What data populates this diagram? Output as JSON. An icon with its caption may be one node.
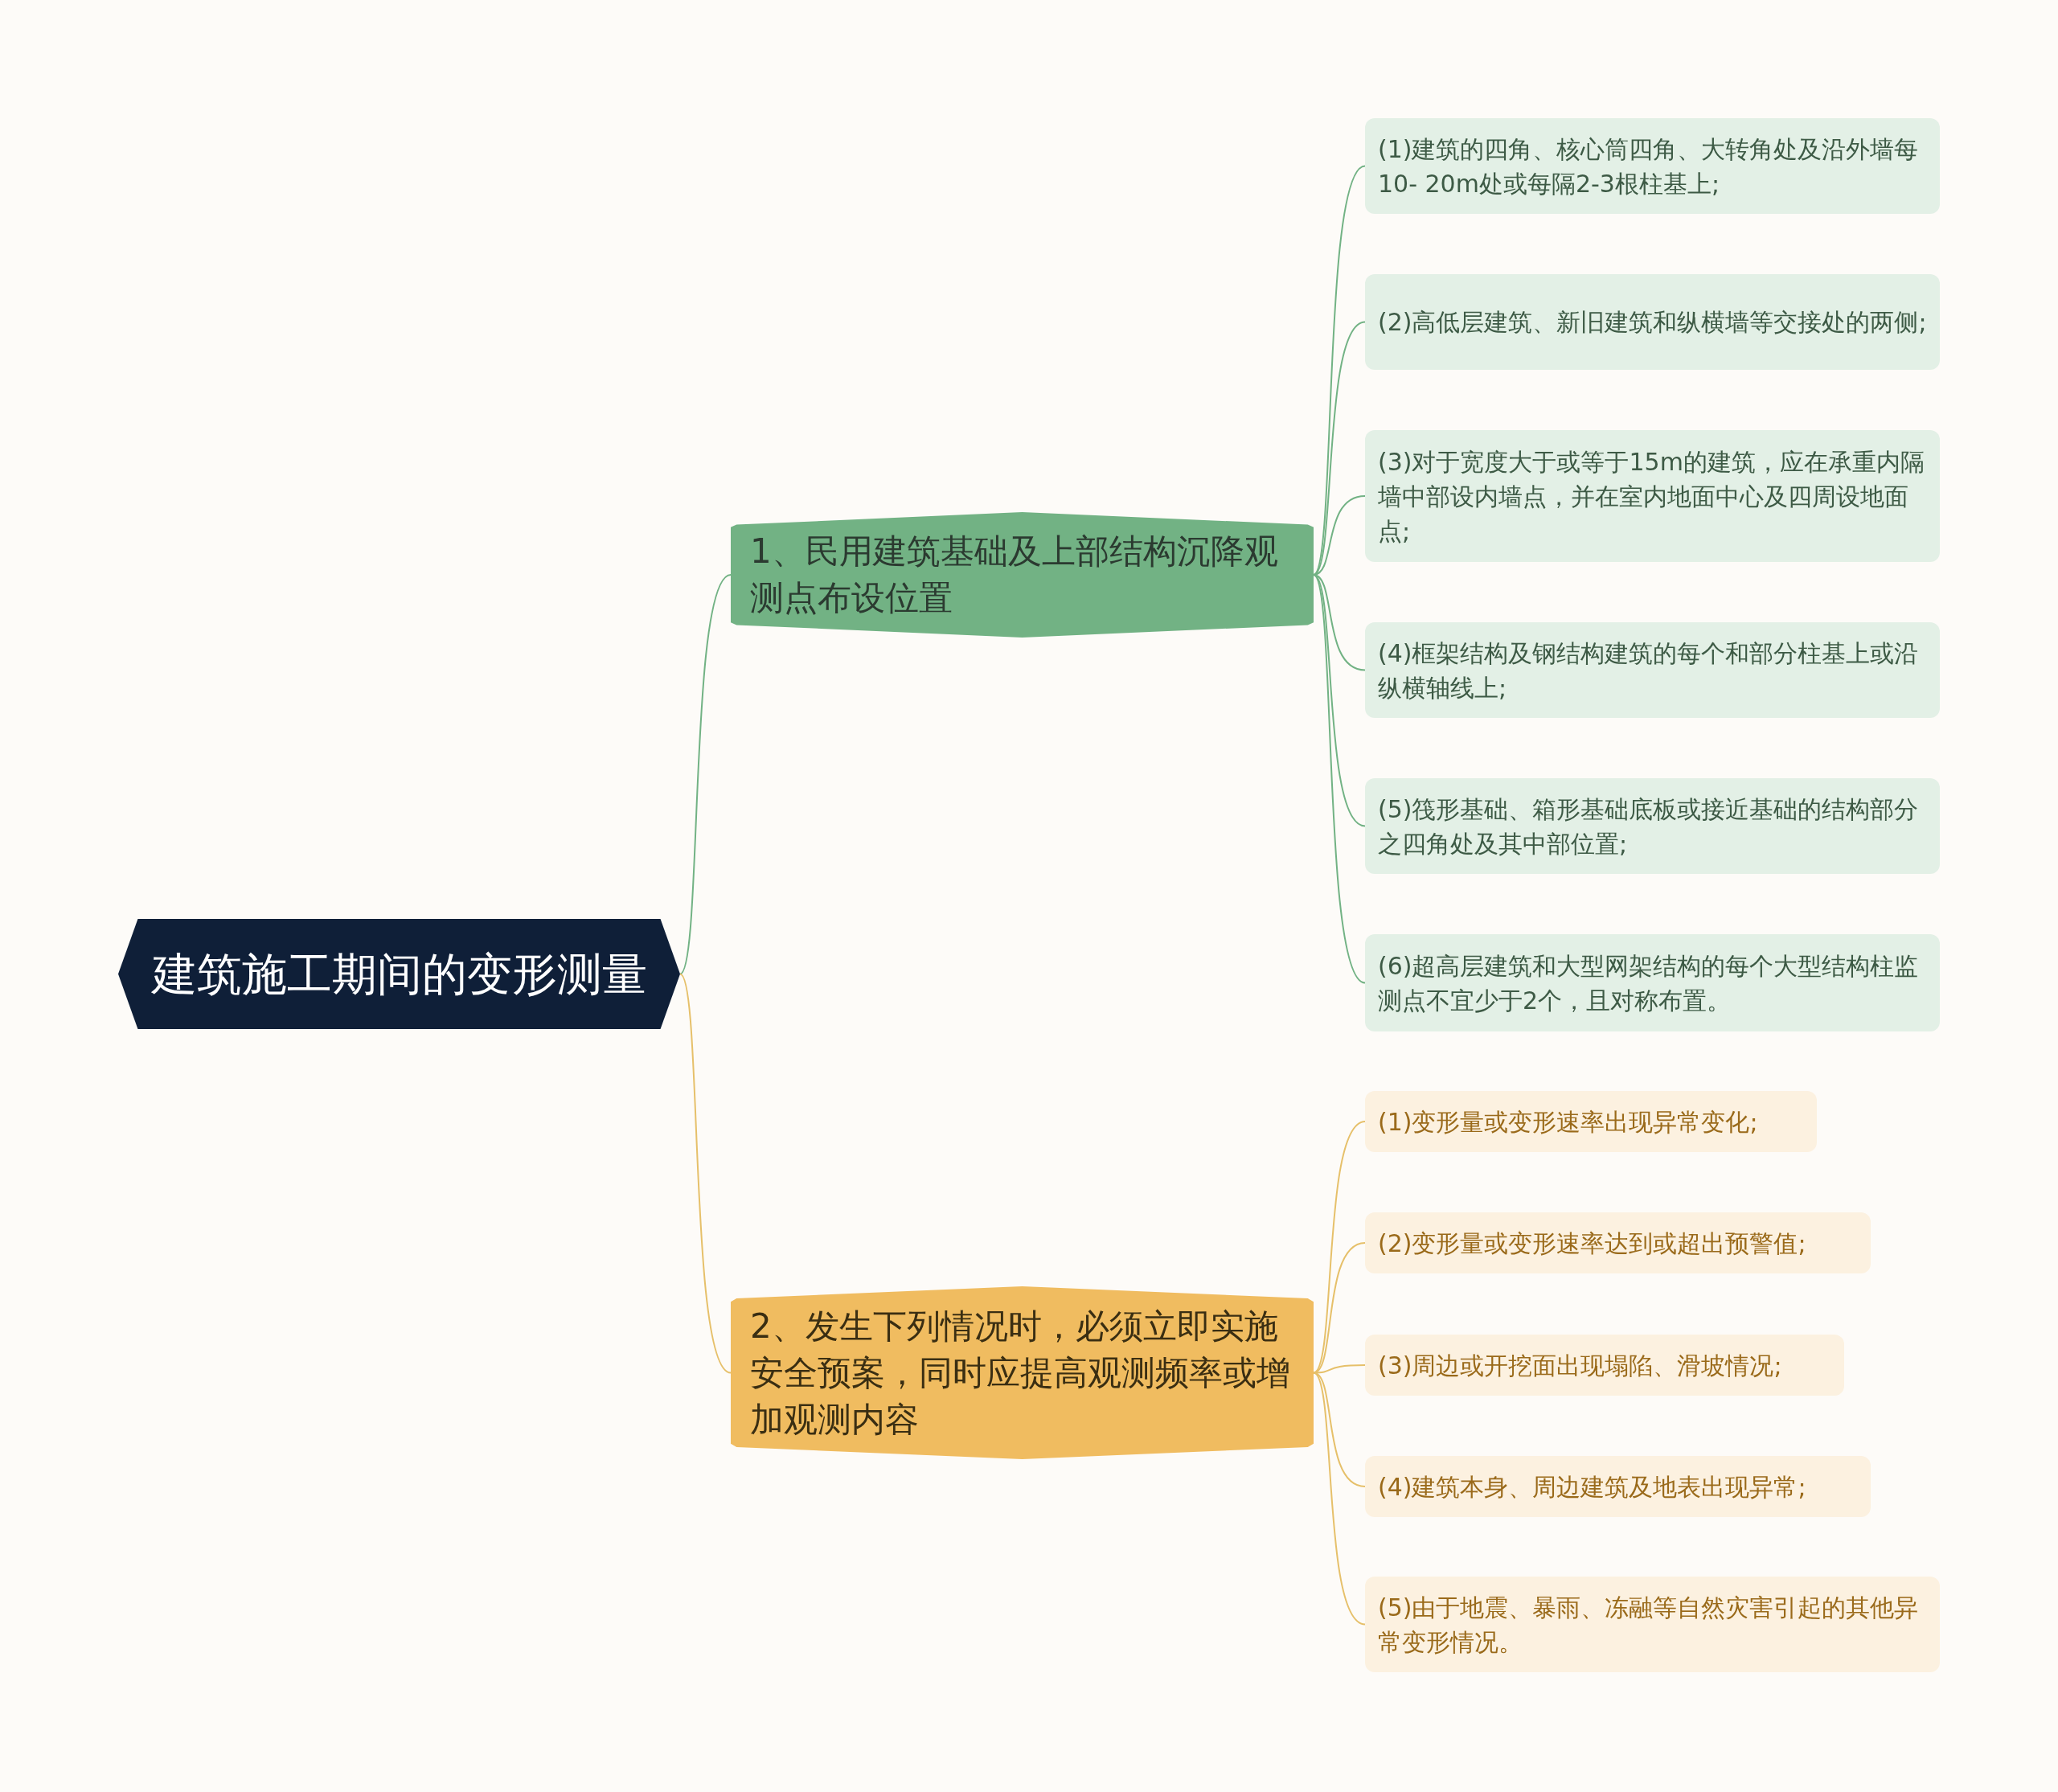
{
  "diagram": {
    "nodes": [
      {
        "text": [
          "建筑施工期间的变形测量"
        ]
      },
      {
        "text": [
          "1、民用建筑基础及上部结构沉降观测点布设位置"
        ]
      },
      {
        "text": [
          "(1)建筑的四角、核心筒四角、大转角处及沿外墙每10- 20m处或每隔2-3根柱基上;"
        ]
      },
      {
        "text": [
          "(2)高低层建筑、新旧建筑和纵横墙等交接处的两侧;"
        ]
      },
      {
        "text": [
          "(3)对于宽度大于或等于15m的建筑，应在承重内隔墙中部设内墙点，并在室内地面中心及四周设地面点;"
        ]
      },
      {
        "text": [
          "(4)框架结构及钢结构建筑的每个和部分柱基上或沿纵横轴线上;"
        ]
      },
      {
        "text": [
          "(5)筏形基础、箱形基础底板或接近基础的结构部分之四角处及其中部位置;"
        ]
      },
      {
        "text": [
          "(6)超高层建筑和大型网架结构的每个大型结构柱监测点不宜少于2个，且对称布置。"
        ]
      },
      {
        "text": [
          "2、发生下列情况时，必须立即实施安全预案，同时应提高观测频率或增加观测内容"
        ]
      },
      {
        "text": [
          "(1)变形量或变形速率出现异常变化;"
        ]
      },
      {
        "text": [
          "(2)变形量或变形速率达到或超出预警值;"
        ]
      },
      {
        "text": [
          "(3)周边或开挖面出现塌陷、滑坡情况;"
        ]
      },
      {
        "text": [
          "(4)建筑本身、周边建筑及地表出现异常;"
        ]
      },
      {
        "text": [
          "(5)由于地震、暴雨、冻融等自然灾害引起的其他异常变形情况。"
        ]
      }
    ],
    "edges": [
      {
        "from": 0,
        "to": 1,
        "arrow": "none",
        "color": "#72b284"
      },
      {
        "from": 1,
        "to": 2,
        "arrow": "none",
        "color": "#72b284"
      },
      {
        "from": 1,
        "to": 3,
        "arrow": "none",
        "color": "#72b284"
      },
      {
        "from": 1,
        "to": 4,
        "arrow": "none",
        "color": "#72b284"
      },
      {
        "from": 1,
        "to": 5,
        "arrow": "none",
        "color": "#72b284"
      },
      {
        "from": 1,
        "to": 6,
        "arrow": "none",
        "color": "#72b284"
      },
      {
        "from": 1,
        "to": 7,
        "arrow": "none",
        "color": "#72b284"
      },
      {
        "from": 0,
        "to": 8,
        "arrow": "none",
        "color": "#e6c06a"
      },
      {
        "from": 8,
        "to": 9,
        "arrow": "none",
        "color": "#e6c06a"
      },
      {
        "from": 8,
        "to": 10,
        "arrow": "none",
        "color": "#e6c06a"
      },
      {
        "from": 8,
        "to": 11,
        "arrow": "none",
        "color": "#e6c06a"
      },
      {
        "from": 8,
        "to": 12,
        "arrow": "none",
        "color": "#e6c06a"
      },
      {
        "from": 8,
        "to": 13,
        "arrow": "none",
        "color": "#e6c06a"
      }
    ]
  }
}
